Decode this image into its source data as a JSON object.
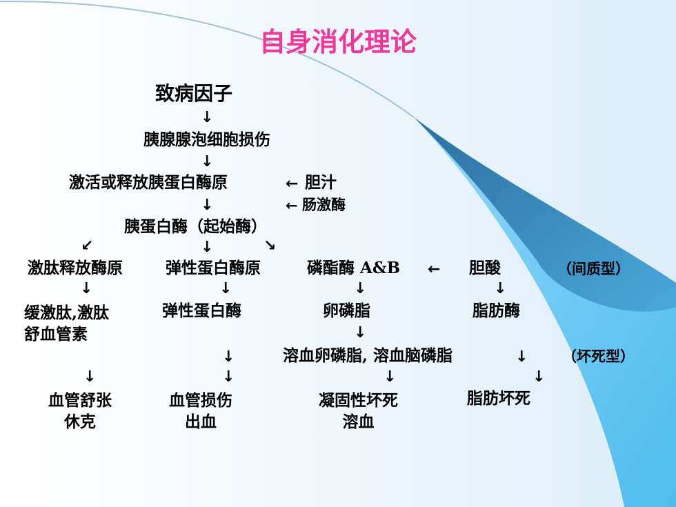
{
  "colors": {
    "title": "#f0359b",
    "accent_blue": "#2f7fb6",
    "light_blue": "#5fc3f2"
  },
  "title": "自身消化理论",
  "nodes": {
    "cause": "致病因子",
    "acinar": "胰腺腺泡细胞损伤",
    "activate": "激活或释放胰蛋白酶原",
    "bile": "胆汁",
    "enterokinase": "肠激酶",
    "trypsin": "胰蛋白酶（起始酶）",
    "kallikrein": "激肽释放酶原",
    "pro_elastase": "弹性蛋白酶原",
    "phospholipase": "磷酯酶 A&B",
    "bile_acid": "胆酸",
    "interstitial": "（间质型）",
    "bradykinin": "缓激肽,激肽\n舒血管素",
    "elastase": "弹性蛋白酶",
    "lecithin": "卵磷脂",
    "lipase": "脂肪酶",
    "lysolecithin": "溶血卵磷脂, 溶血脑磷脂",
    "necrotic": "（坏死型）",
    "vasodilation": "血管舒张\n休克",
    "vessel_damage": "血管损伤\n出血",
    "coag_necrosis": "凝固性坏死\n溶血",
    "fat_necrosis": "脂肪坏死"
  },
  "arrow_glyphs": {
    "down": "↓",
    "left": "←",
    "down_left": "↙",
    "down_right": "↘"
  }
}
